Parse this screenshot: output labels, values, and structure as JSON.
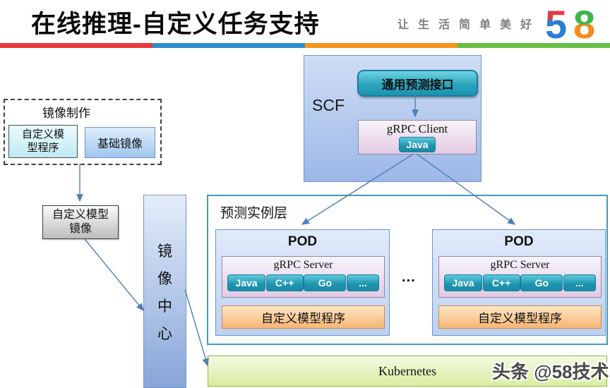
{
  "header": {
    "title": "在线推理-自定义任务支持",
    "slogan": "让生活简单美好",
    "logo_5": "5",
    "logo_8": "8"
  },
  "accent_colors": [
    "#e8393c",
    "#2d8fce",
    "#f6941d",
    "#66bf43"
  ],
  "image_build": {
    "title": "镜像制作",
    "custom_program": "自定义模\n型程序",
    "base_image": "基础镜像"
  },
  "custom_model_image": "自定义模型\n镜像",
  "image_center": {
    "chars": [
      "镜",
      "像",
      "中",
      "心"
    ]
  },
  "scf": {
    "label": "SCF",
    "api_button": "通用预测接口",
    "client_title": "gRPC Client",
    "client_lang": "Java"
  },
  "instance_layer": {
    "title": "预测实例层",
    "ellipsis": "...",
    "pods": [
      {
        "title": "POD",
        "server_title": "gRPC Server",
        "langs": [
          "Java",
          "C++",
          "Go",
          "..."
        ],
        "program": "自定义模型程序"
      },
      {
        "title": "POD",
        "server_title": "gRPC Server",
        "langs": [
          "Java",
          "C++",
          "Go",
          "..."
        ],
        "program": "自定义模型程序"
      }
    ]
  },
  "kubernetes": "Kubernetes",
  "watermark": "头条 @58技术"
}
